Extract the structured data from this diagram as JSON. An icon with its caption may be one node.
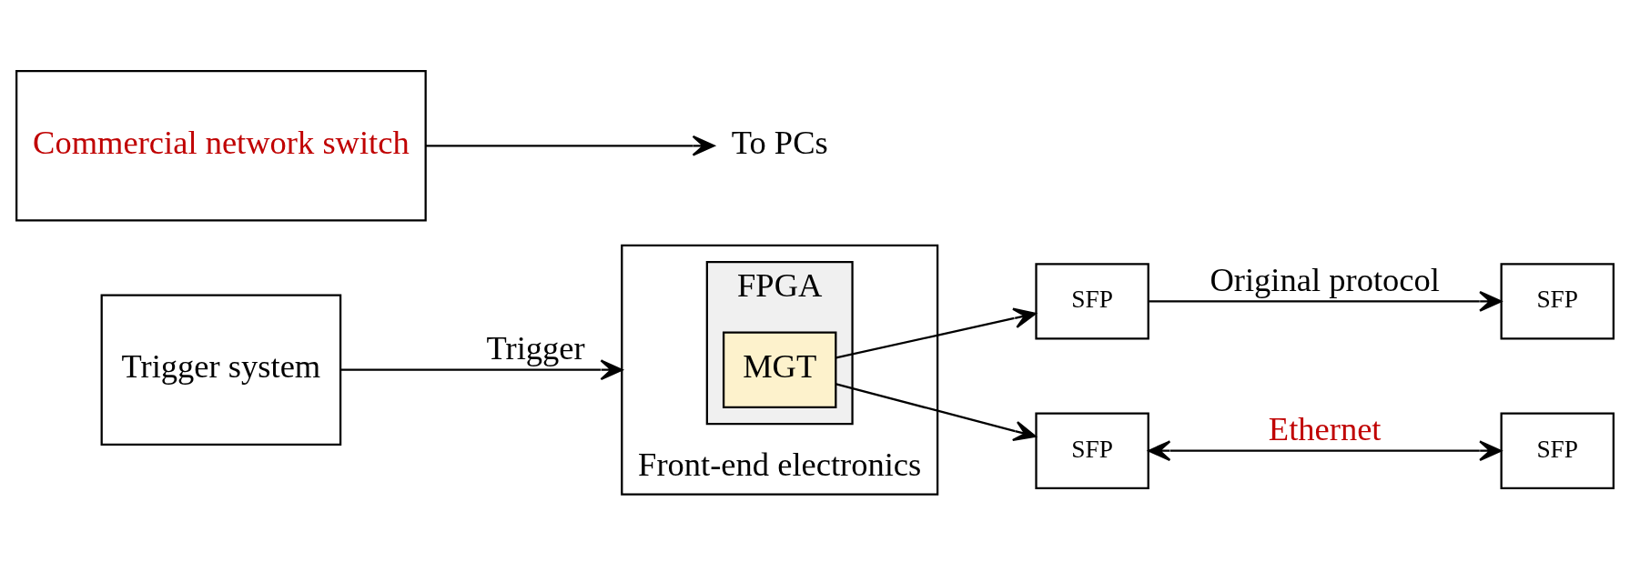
{
  "diagram": {
    "nodes": [
      {
        "text": [
          "Front-end electronics"
        ]
      },
      {
        "text": [
          "FPGA"
        ],
        "in": 0
      },
      {
        "text": [
          "MGT"
        ],
        "in": 1
      },
      {
        "text": [
          "SFP"
        ]
      },
      {
        "text": [
          "SFP"
        ]
      },
      {
        "text": [
          "Trigger system"
        ]
      },
      {
        "text": [
          "SFP"
        ]
      },
      {
        "text": [
          "Commercial network switch"
        ]
      },
      {
        "text": [
          "SFP"
        ]
      },
      {
        "text": [
          "To PCs"
        ]
      }
    ],
    "edges": [
      {
        "from": 5,
        "to": 0,
        "arrow": "to",
        "label": "Trigger"
      },
      {
        "from": 2,
        "to": 3,
        "arrow": "to"
      },
      {
        "from": 2,
        "to": 4,
        "arrow": "to"
      },
      {
        "from": 3,
        "to": 6,
        "arrow": "to",
        "label": "Original protocol"
      },
      {
        "from": 4,
        "to": 8,
        "arrow": "both",
        "label": "Ethernet"
      },
      {
        "from": 7,
        "to": 9,
        "arrow": "to"
      }
    ]
  }
}
